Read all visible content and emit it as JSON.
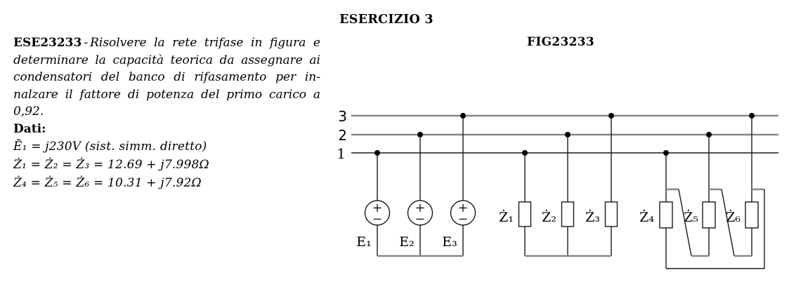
{
  "header": {
    "title": "ESERCIZIO 3"
  },
  "problem": {
    "code": "ESE23233",
    "dash": "-",
    "statement_lines": [
      "Risolvere la rete trifase in figura e",
      "determinare la capacità teorica da assegnare ai",
      "condensatori del banco di rifasamento per in-",
      "nalzare il fattore di potenza del primo carico a",
      "0,92."
    ],
    "dati_label": "Dati:",
    "data_lines": [
      "Ē₁ = j230V (sist. simm. diretto)",
      "Ż₁ = Ż₂ = Ż₃ = 12.69 + j7.998Ω",
      "Ż₄ = Ż₅ = Ż₆ = 10.31 + j7.92Ω"
    ]
  },
  "figure": {
    "title": "FIG23233",
    "bus_labels": [
      "3",
      "2",
      "1"
    ],
    "sources": [
      {
        "label": "E₁"
      },
      {
        "label": "E₂"
      },
      {
        "label": "E₃"
      }
    ],
    "loads": [
      {
        "label": "Ż₁"
      },
      {
        "label": "Ż₂"
      },
      {
        "label": "Ż₃"
      },
      {
        "label": "Ż₄"
      },
      {
        "label": "Ż₅"
      },
      {
        "label": "Ż₆"
      }
    ],
    "colors": {
      "wire_black": "#1a1a1a",
      "wire_gray": "#878787",
      "background": "#ffffff"
    }
  }
}
